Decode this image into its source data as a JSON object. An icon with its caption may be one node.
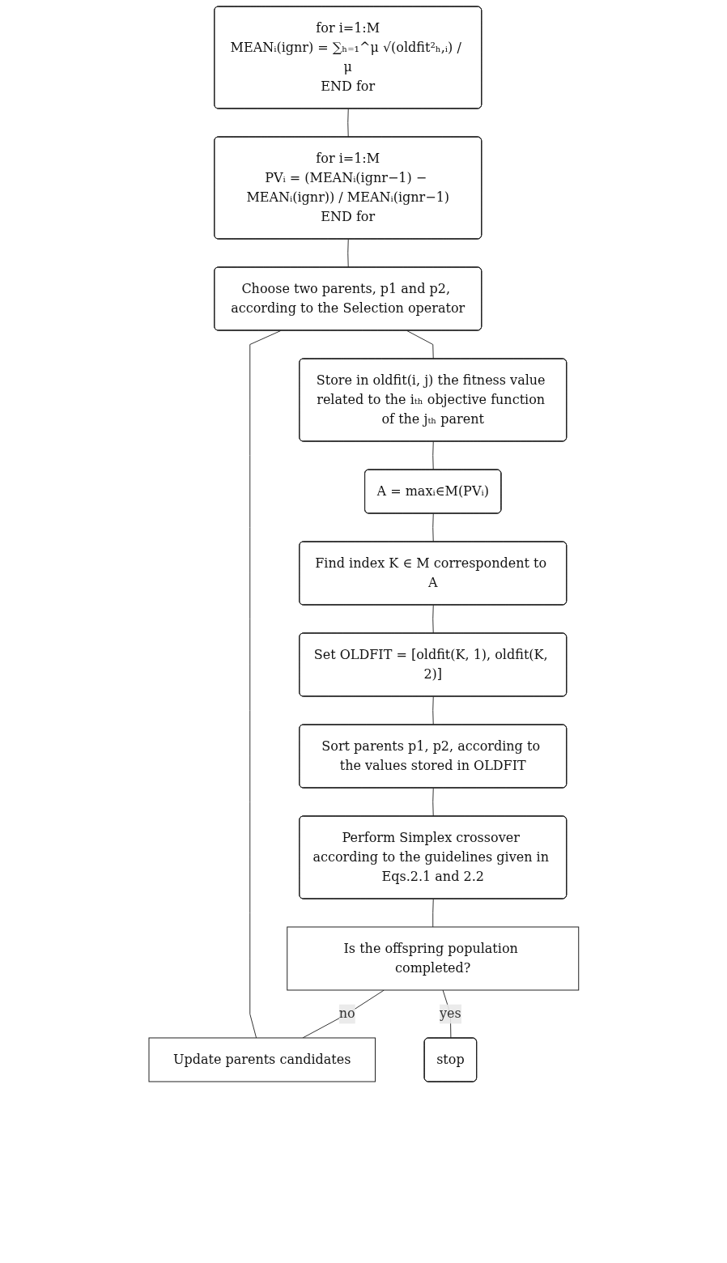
{
  "diagram": {
    "nodes": [
      {
        "text": [
          "for i=1:M",
          "MEANᵢ(ignr) = ∑ₕ₌₁^μ √(oldfit²ₕ,ᵢ) / μ",
          "END for"
        ]
      },
      {
        "text": [
          "for i=1:M",
          "PVᵢ = (MEANᵢ(ignr−1) − MEANᵢ(ignr)) / MEANᵢ(ignr−1)",
          "END for"
        ]
      },
      {
        "text": [
          "Update parents candidates"
        ]
      },
      {
        "text": [
          "Choose two parents, p1 and p2, according to the Selection operator"
        ]
      },
      {
        "text": [
          "Store in oldfit(i, j) the fitness value related to the iₜₕ objective function of the jₜₕ parent"
        ]
      },
      {
        "text": [
          "A = maxᵢ∈M(PVᵢ)"
        ]
      },
      {
        "text": [
          "Find index K ∈ M correspondent to A"
        ]
      },
      {
        "text": [
          "Set OLDFIT = [oldfit(K, 1), oldfit(K, 2)]"
        ]
      },
      {
        "text": [
          "Sort parents p1, p2, according to the values stored in OLDFIT"
        ]
      },
      {
        "text": [
          "Is the offspring population completed?"
        ]
      },
      {
        "text": [
          "Perform Simplex crossover according to the guidelines given in Eqs.2.1 and 2.2"
        ]
      },
      {
        "text": [
          "stop"
        ]
      }
    ],
    "edges": [
      {
        "from": 0,
        "to": 1,
        "arrow": "none"
      },
      {
        "from": 1,
        "to": 3,
        "arrow": "none"
      },
      {
        "from": 2,
        "to": 3,
        "arrow": "none"
      },
      {
        "from": 3,
        "to": 4,
        "arrow": "none"
      },
      {
        "from": 4,
        "to": 5,
        "arrow": "none"
      },
      {
        "from": 5,
        "to": 6,
        "arrow": "none"
      },
      {
        "from": 6,
        "to": 7,
        "arrow": "none"
      },
      {
        "from": 7,
        "to": 8,
        "arrow": "none"
      },
      {
        "from": 8,
        "to": 10,
        "arrow": "none"
      },
      {
        "from": 10,
        "to": 9,
        "arrow": "none"
      },
      {
        "from": 9,
        "to": 2,
        "label": "no",
        "arrow": "none"
      },
      {
        "from": 9,
        "to": 11,
        "label": "yes",
        "arrow": "none"
      }
    ]
  }
}
